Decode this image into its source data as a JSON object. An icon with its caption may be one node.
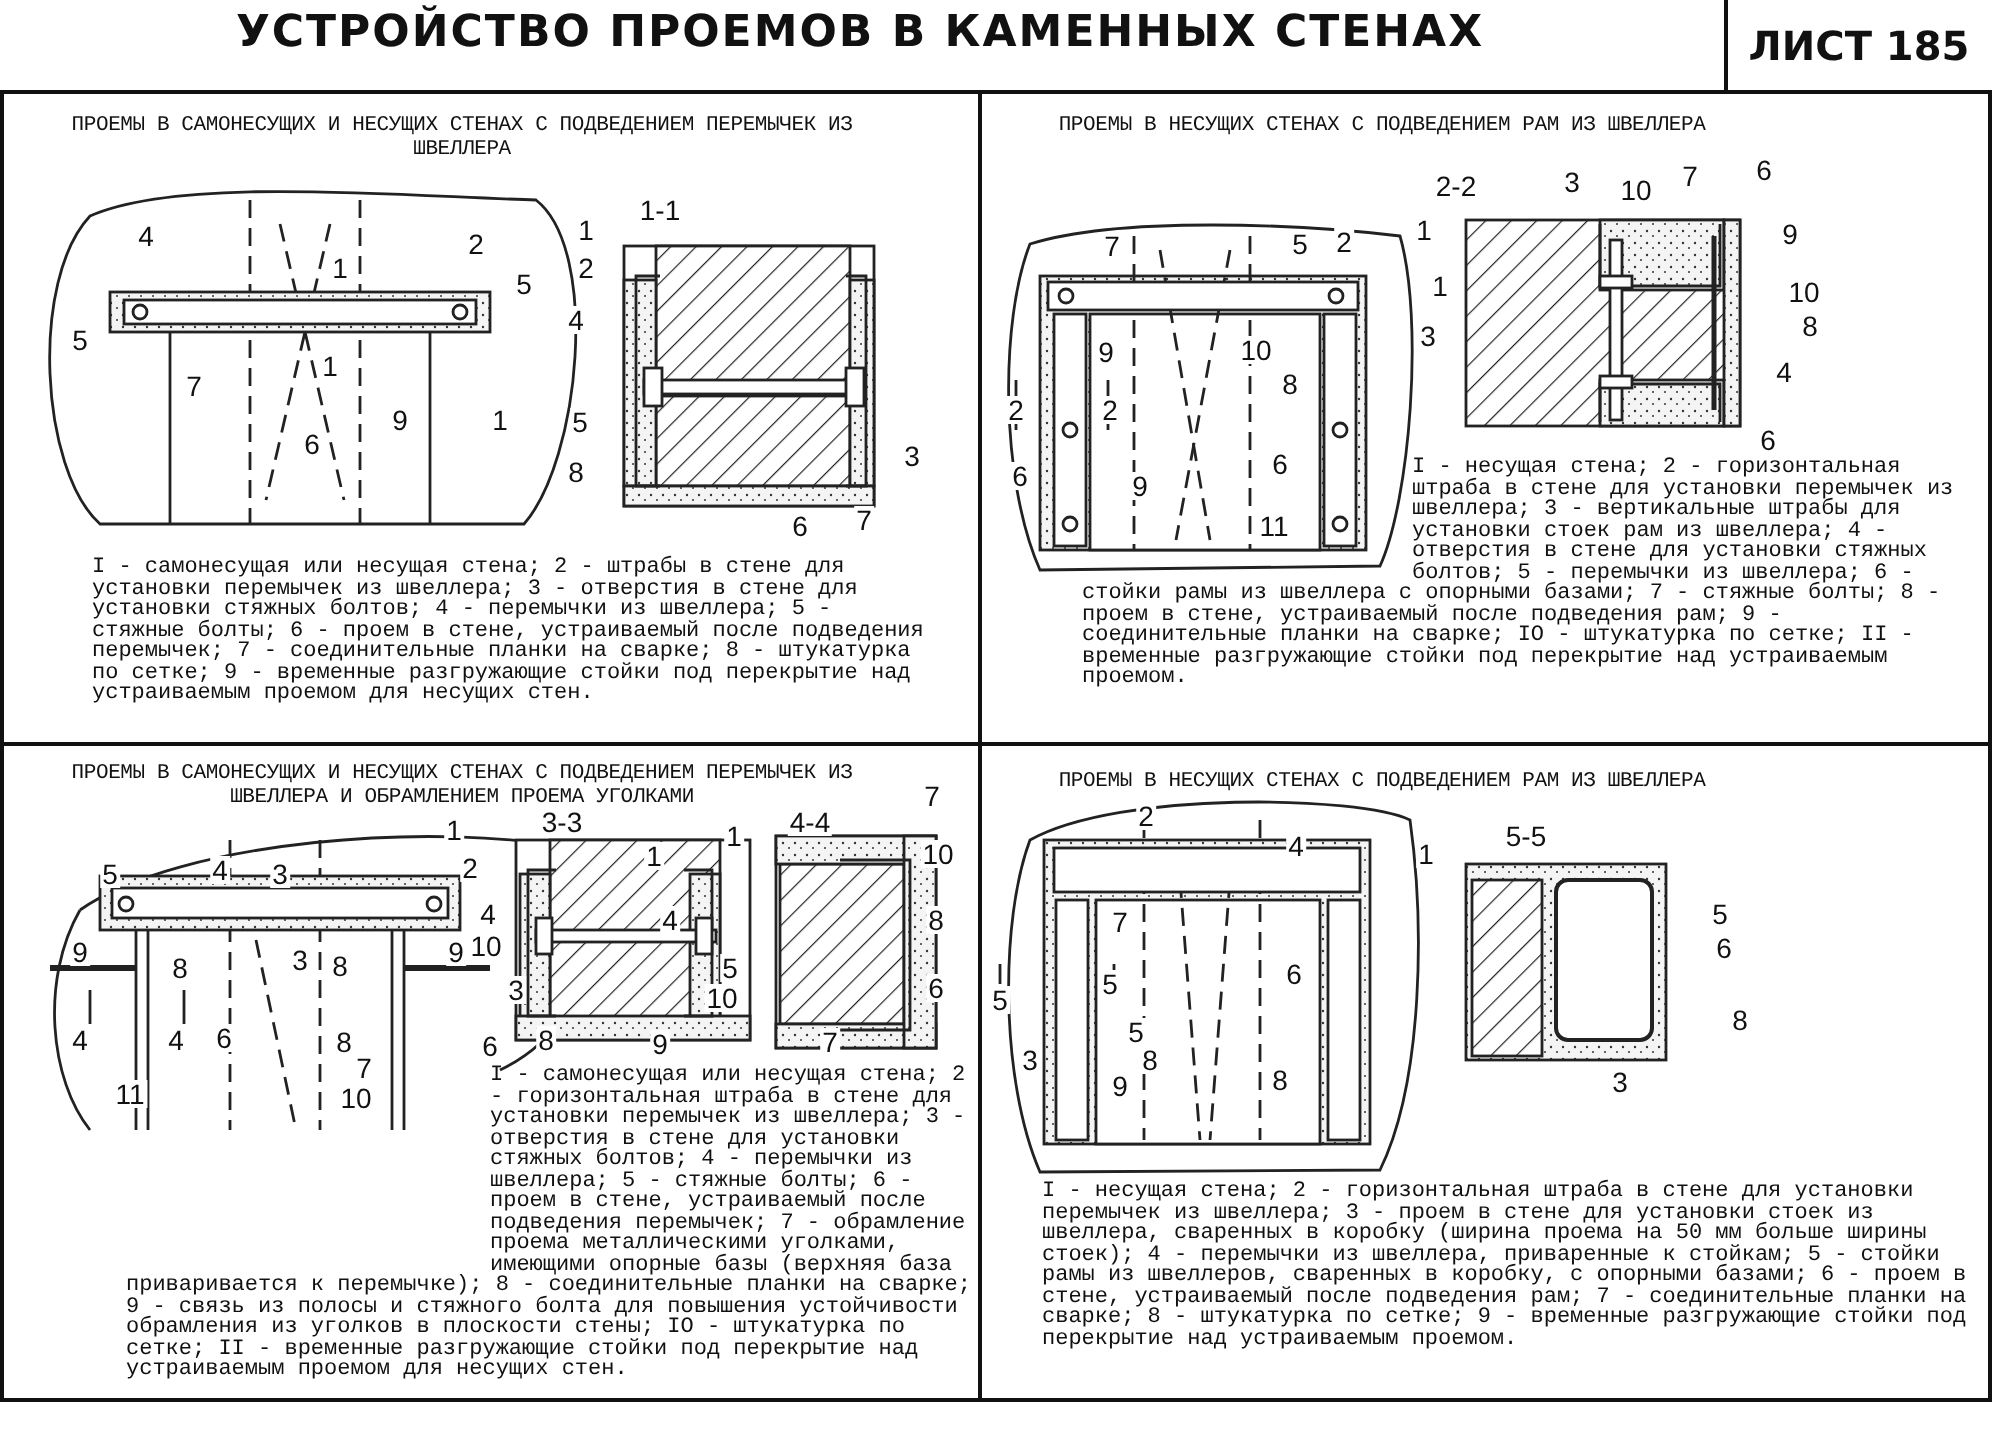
{
  "diagram": {
    "title": "УСТРОЙСТВО ПРОЕМОВ В КАМЕННЫХ СТЕНАХ",
    "nodes": [
      {
        "text": [
          "ПРОЕМЫ В САМОНЕСУЩИХ И НЕСУЩИХ СТЕНАХ С ПОДВЕДЕНИЕМ ПЕРЕМЫЧЕК ИЗ ШВЕЛЛЕРА",
          "I - самонесущая или несущая стена; 2 - штрабы в стене для установки перемычек из швеллера; 3 - отверстия в стене для установки стяжных болтов; 4 - перемычки из швеллера; 5 - стяжные болты; 6 - проем в стене, устраиваемый после подведения перемычек; 7 - соединительные планки на сварке; 8 - штукатурка по сетке; 9 - временные разгружающие стойки под перекрытие над устраиваемым проемом для несущих стен."
        ]
      },
      {
        "text": [
          "ПРОЕМЫ В НЕСУЩИХ СТЕНАХ С ПОДВЕДЕНИЕМ РАМ ИЗ ШВЕЛЛЕРА",
          "I - несущая стена; 2 - горизонтальная штраба в стене для установки перемычек из швеллера; 3 - вертикальные штрабы для установки стоек рам из швеллера; 4 - отверстия в стене для установки стяжных болтов; 5 - перемычки из швеллера; 6 - стойки рамы из швеллера с опорными базами; 7 - стяжные болты; 8 - проем в стене, устраиваемый после подведения рам; 9 - соединительные планки на сварке; IO - штукатурка по сетке; II - временные разгружающие стойки под перекрытие над устраиваемым проемом."
        ]
      },
      {
        "text": [
          "ПРОЕМЫ В САМОНЕСУЩИХ И НЕСУЩИХ СТЕНАХ С ПОДВЕДЕНИЕМ ПЕРЕМЫЧЕК ИЗ ШВЕЛЛЕРА И ОБРАМЛЕНИЕМ ПРОЕМА УГОЛКАМИ",
          "I - самонесущая или несущая стена; 2 - горизонтальная штраба в стене для установки перемычек из швеллера; 3 - отверстия в стене для установки стяжных болтов; 4 - перемычки из швеллера; 5 - стяжные болты; 6 - проем в стене, устраиваемый после подведения перемычек; 7 - обрамление проема металлическими уголками, имеющими опорные базы (верхняя база приваривается к перемычке); 8 - соединительные планки на сварке; 9 - связь из полосы и стяжного болта для повышения устойчивости обрамления из уголков в плоскости стены; IO - штукатурка по сетке; II - временные разгружающие стойки под перекрытие над устраиваемым проемом для несущих стен."
        ]
      },
      {
        "text": [
          "ПРОЕМЫ В НЕСУЩИХ СТЕНАХ С ПОДВЕДЕНИЕМ РАМ ИЗ ШВЕЛЛЕРА",
          "I - несущая стена; 2 - горизонтальная штраба в стене для установки перемычек из швеллера; 3 - проем в стене для установки стоек из швеллера, сваренных в коробку (ширина проема на 50 мм больше ширины стоек); 4 - перемычки из швеллера, приваренные к стойкам; 5 - стойки рамы из швеллеров, сваренных в коробку, с опорными базами; 6 - проем в стене, устраиваемый после подведения рам; 7 - соединительные планки на сварке; 8 - штукатурка по сетке; 9 - временные разгружающие стойки под перекрытие над устраиваемым проемом."
        ]
      }
    ],
    "labels": [
      "ЛИСТ 185",
      "4",
      "2",
      "5",
      "5",
      "1",
      "1",
      "7",
      "9",
      "6",
      "1",
      "1-1",
      "1",
      "2",
      "4",
      "5",
      "8",
      "3",
      "6",
      "7",
      "7",
      "5",
      "2",
      "1",
      "9",
      "10",
      "3",
      "2",
      "2",
      "8",
      "6",
      "6",
      "9",
      "11",
      "2-2",
      "3",
      "10",
      "7",
      "6",
      "1",
      "9",
      "10",
      "8",
      "4",
      "6",
      "1",
      "5",
      "4",
      "3",
      "2",
      "9",
      "8",
      "3",
      "8",
      "9",
      "4",
      "4",
      "6",
      "8",
      "7",
      "11",
      "10",
      "3-3",
      "1",
      "4",
      "4",
      "10",
      "5",
      "3",
      "10",
      "6",
      "8",
      "9",
      "4-4",
      "7",
      "10",
      "1",
      "8",
      "6",
      "7",
      "2",
      "4",
      "1",
      "7",
      "5",
      "5",
      "6",
      "5",
      "3",
      "8",
      "9",
      "8",
      "5-5",
      "5",
      "6",
      "8",
      "3"
    ]
  }
}
